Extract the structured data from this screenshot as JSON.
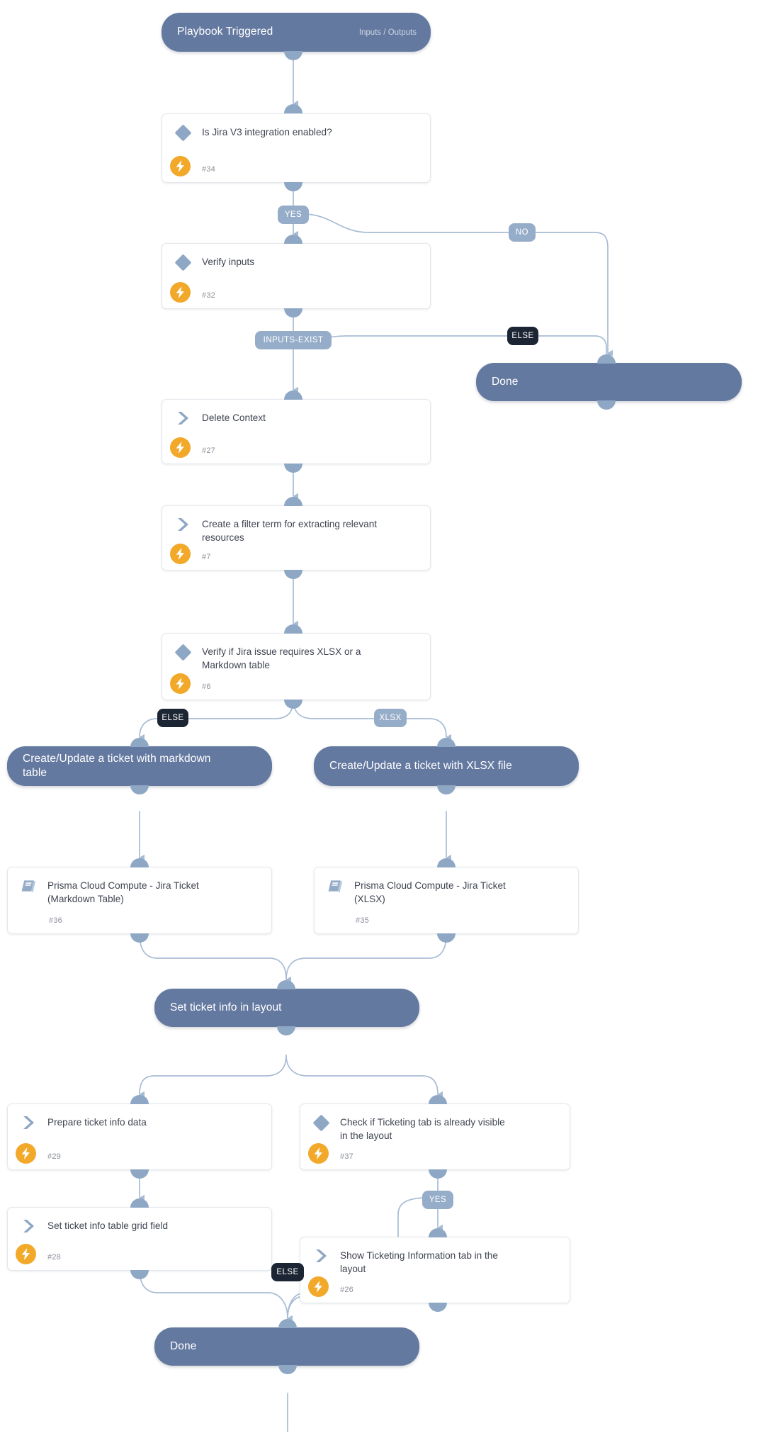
{
  "theme": {
    "accent_blue": "#6479a0",
    "port_blue": "#8ea7c4",
    "badge_blue": "#96adc9",
    "badge_dark": "#1c2533",
    "bolt_orange": "#f2a829",
    "card_border": "#e4e7ec",
    "edge_stroke": "#a7bcd4",
    "text_dark": "#3f4450",
    "text_muted": "#8a8f99"
  },
  "nodes": {
    "start": {
      "title": "Playbook Triggered",
      "sub": "Inputs / Outputs",
      "icon": "playbook-start-icon"
    },
    "n34": {
      "title": "Is Jira V3 integration enabled?",
      "id": "#34",
      "icon": "condition-diamond-icon"
    },
    "n32": {
      "title": "Verify inputs",
      "id": "#32",
      "icon": "condition-diamond-icon"
    },
    "done_top": {
      "title": "Done",
      "icon": "done-icon"
    },
    "n27": {
      "title": "Delete Context",
      "id": "#27",
      "icon": "task-chevron-icon"
    },
    "n7": {
      "title": "Create a filter term for extracting relevant resources",
      "id": "#7",
      "icon": "task-chevron-icon"
    },
    "n6": {
      "title": "Verify if Jira issue requires XLSX or a Markdown table",
      "id": "#6",
      "icon": "condition-diamond-icon"
    },
    "sec_md": {
      "title": "Create/Update a ticket with markdown table"
    },
    "sec_xlsx": {
      "title": "Create/Update a ticket with XLSX file"
    },
    "n36": {
      "title": "Prisma Cloud Compute - Jira Ticket (Markdown Table)",
      "id": "#36",
      "icon": "sub-playbook-book-icon"
    },
    "n35": {
      "title": "Prisma Cloud Compute - Jira Ticket (XLSX)",
      "id": "#35",
      "icon": "sub-playbook-book-icon"
    },
    "sec_set": {
      "title": "Set ticket info in layout"
    },
    "n29": {
      "title": "Prepare ticket info data",
      "id": "#29",
      "icon": "task-chevron-icon"
    },
    "n37": {
      "title": "Check if Ticketing tab is already visible in the layout",
      "id": "#37",
      "icon": "condition-diamond-icon"
    },
    "n28": {
      "title": "Set ticket info table grid field",
      "id": "#28",
      "icon": "task-chevron-icon"
    },
    "n26": {
      "title": "Show Ticketing Information tab in the layout",
      "id": "#26",
      "icon": "task-chevron-icon"
    },
    "done_bottom": {
      "title": "Done",
      "icon": "done-icon"
    }
  },
  "branch_labels": {
    "yes_34": "YES",
    "no_34": "NO",
    "inputs_exist_32": "INPUTS-EXIST",
    "else_32": "ELSE",
    "else_6": "ELSE",
    "xlsx_6": "XLSX",
    "yes_37": "YES",
    "else_37": "ELSE"
  }
}
